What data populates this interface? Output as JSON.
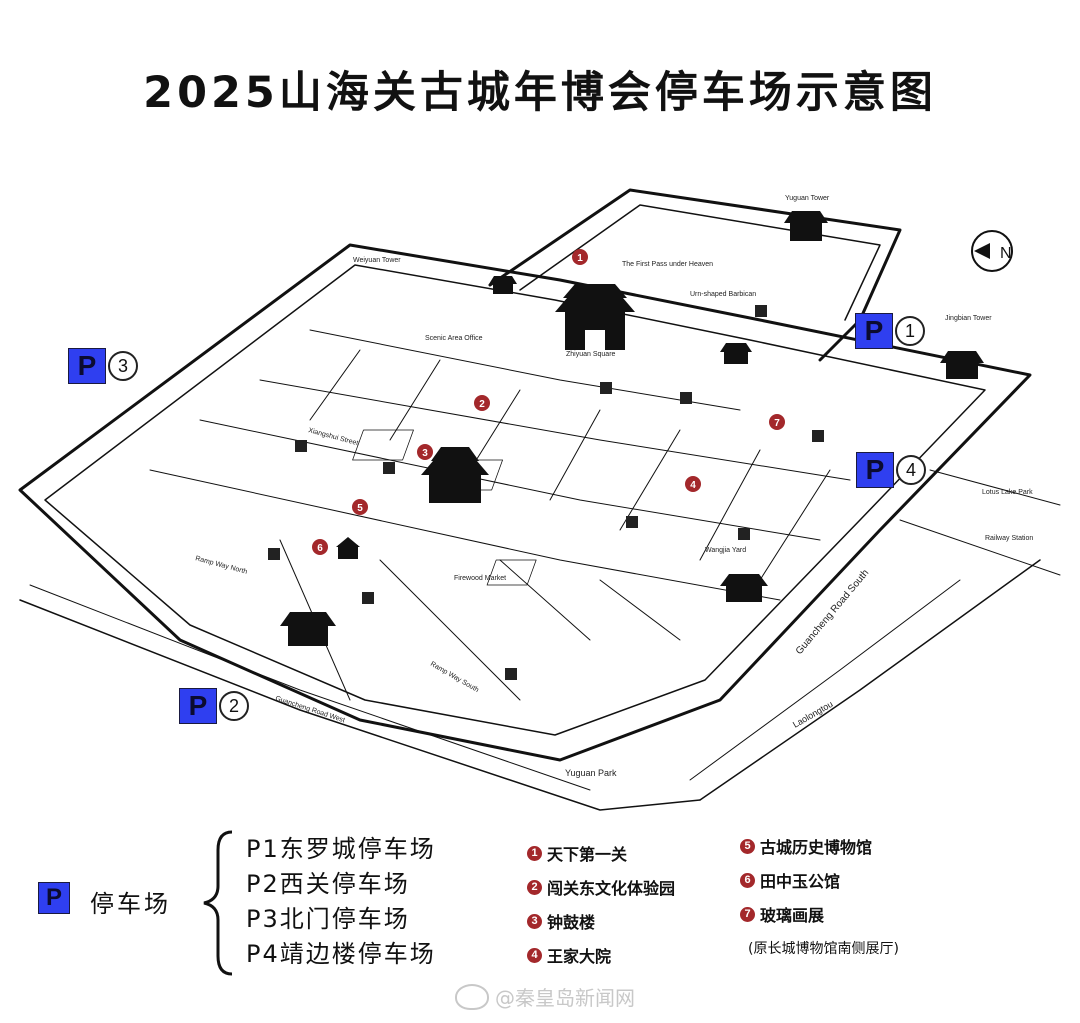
{
  "title": "2025山海关古城年博会停车场示意图",
  "compass": "N",
  "parking_markers": [
    {
      "id": "p1",
      "letter": "P",
      "num": "1"
    },
    {
      "id": "p2",
      "letter": "P",
      "num": "2"
    },
    {
      "id": "p3",
      "letter": "P",
      "num": "3"
    },
    {
      "id": "p4",
      "letter": "P",
      "num": "4"
    }
  ],
  "map_labels": {
    "lotus_lake_park": "Lotus Lake Park",
    "railway_station": "Railway Station",
    "guancheng_road_south": "Guancheng Road South",
    "guancheng_road_west": "Guancheng Road West",
    "laolongtou": "Laolongtou",
    "yuguan_park": "Yuguan Park",
    "ramp_way_north": "Ramp Way North",
    "ramp_way_south": "Ramp Way South",
    "first_pass": "The First Pass under Heaven",
    "yuguan_tower": "Yuguan Tower",
    "weiyuan_tower": "Weiyuan Tower",
    "urn_barbican": "Urn-shaped Barbican",
    "jingbian_tower": "Jingbian Tower",
    "scenic_area_office": "Scenic Area Office",
    "zhiyuan_square": "Zhiyuan Square",
    "xiangshui_street": "Xiangshui Street",
    "firewood_market": "Firewood Market",
    "wangjia_yard": "Wangjia Yard"
  },
  "legend": {
    "p_letter": "P",
    "p_label": "停车场",
    "lots": [
      "P1东罗城停车场",
      "P2西关停车场",
      "P3北门停车场",
      "P4靖边楼停车场"
    ],
    "sites": [
      {
        "num": "1",
        "name": "天下第一关"
      },
      {
        "num": "2",
        "name": "闯关东文化体验园"
      },
      {
        "num": "3",
        "name": "钟鼓楼"
      },
      {
        "num": "4",
        "name": "王家大院"
      },
      {
        "num": "5",
        "name": "古城历史博物馆"
      },
      {
        "num": "6",
        "name": "田中玉公馆"
      },
      {
        "num": "7",
        "name": "玻璃画展"
      }
    ],
    "site7_note": "(原长城博物馆南侧展厅)"
  },
  "watermark": "@秦皇岛新闻网"
}
